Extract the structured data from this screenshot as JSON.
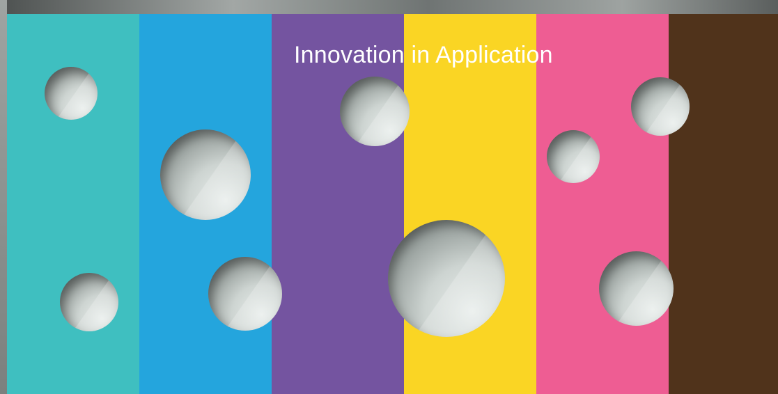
{
  "title": "Innovation in Application",
  "stripes": [
    {
      "name": "teal",
      "color": "#3fbfc0"
    },
    {
      "name": "blue",
      "color": "#24a5dd"
    },
    {
      "name": "purple",
      "color": "#7454a0"
    },
    {
      "name": "yellow",
      "color": "#fad524"
    },
    {
      "name": "pink",
      "color": "#ee5d93"
    },
    {
      "name": "brown",
      "color": "#50331b"
    }
  ]
}
